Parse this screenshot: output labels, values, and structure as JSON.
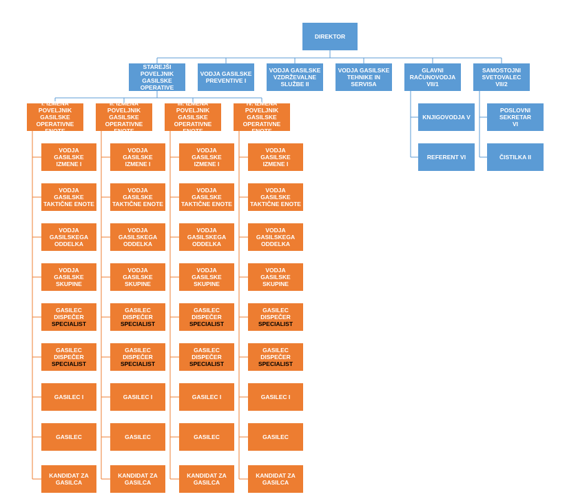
{
  "top": {
    "label": "DIREKTOR"
  },
  "level2": [
    {
      "id": "operativa",
      "label": "STAREJŠI POVELJNIK\nGASILSKE OPERATIVE"
    },
    {
      "id": "preventiva",
      "label": "VODJA GASILSKE\nPREVENTIVE I"
    },
    {
      "id": "vzdrzevanje",
      "label": "VODJA GASILSKE\nVZDRŽEVALNE\nSLUŽBE II"
    },
    {
      "id": "tehnika",
      "label": "VODJA GASILSKE\nTEHNIKE IN SERVISA"
    },
    {
      "id": "racunovodja",
      "label": "GLAVNI\nRAČUNOVODJA VII/1"
    },
    {
      "id": "svetovalec",
      "label": "SAMOSTOJNI\nSVETOVALEC VII/2"
    }
  ],
  "racunovodja_children": [
    "KNJIGOVODJA V",
    "REFERENT VI"
  ],
  "svetovalec_children": [
    "POSLOVNI SEKRETAR\nVI",
    "ČISTILKA II"
  ],
  "shifts": [
    {
      "title": "I. IZMENA",
      "subtitle": "POVELJNIK GASILSKE\nOPERATIVNE ENOTE"
    },
    {
      "title": "II. IZMENA",
      "subtitle": "POVELJNIK GASILSKE\nOPERATIVNE ENOTE"
    },
    {
      "title": "III. IZMENA",
      "subtitle": "POVELJNIK GASILSKE\nOPERATIVNE ENOTE"
    },
    {
      "title": "IV. IZMENA",
      "subtitle": "POVELJNIK GASILSKE\nOPERATIVNE ENOTE"
    }
  ],
  "shift_roles": [
    {
      "line1": "VODJA GASILSKE",
      "line2": "IZMENE I"
    },
    {
      "line1": "VODJA GASILSKE",
      "line2": "TAKTIČNE ENOTE"
    },
    {
      "line1": "VODJA GASILSKEGA",
      "line2": "ODDELKA"
    },
    {
      "line1": "VODJA GASILSKE",
      "line2": "SKUPINE"
    },
    {
      "line1": "GASILEC DISPEČER",
      "line2": "SPECIALIST"
    },
    {
      "line1": "GASILEC DISPEČER",
      "line2": "SPECIALIST"
    },
    {
      "line1": "GASILEC I",
      "line2": ""
    },
    {
      "line1": "GASILEC",
      "line2": ""
    },
    {
      "line1": "KANDIDAT ZA",
      "line2": "GASILCA"
    }
  ],
  "colors": {
    "blue": "#5b9bd5",
    "orange": "#ed7d31",
    "line_blue": "#5b9bd5",
    "line_orange": "#ed7d31"
  }
}
